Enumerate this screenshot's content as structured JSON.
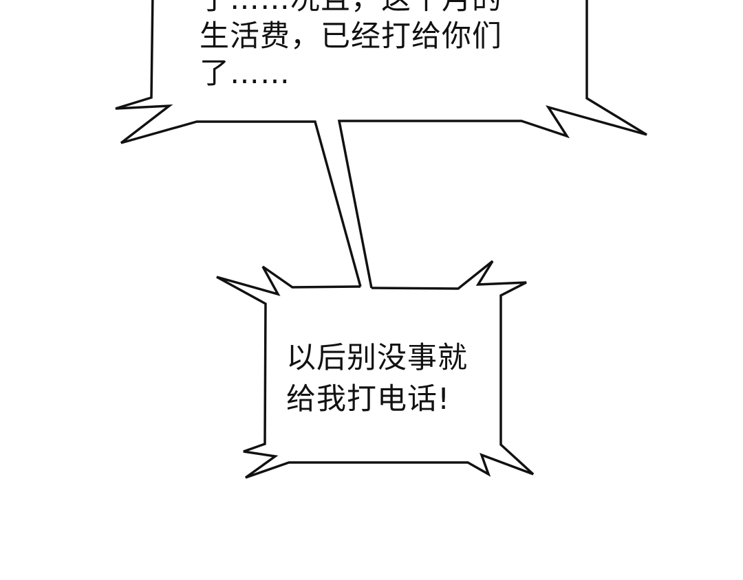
{
  "panel": {
    "background_color": "#ffffff",
    "ink_color": "#111111",
    "top_bubble": {
      "lines": [
        "了……况且，这个月的",
        "生活费，已经打给你们",
        "了……"
      ]
    },
    "bottom_bubble": {
      "lines": [
        "以后别没事就",
        "给我打电话!"
      ]
    }
  }
}
